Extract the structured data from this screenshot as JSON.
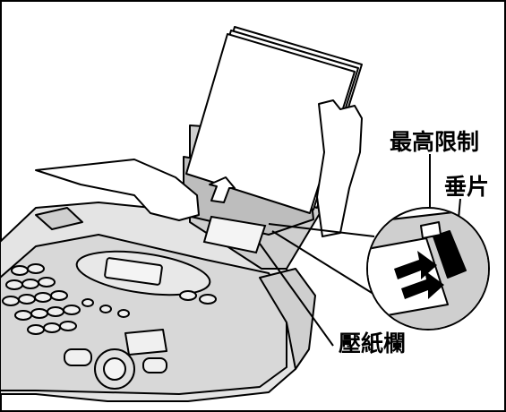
{
  "labels": {
    "max_limit": "最高限制",
    "flap": "垂片",
    "paper_guide": "壓紙欄"
  }
}
